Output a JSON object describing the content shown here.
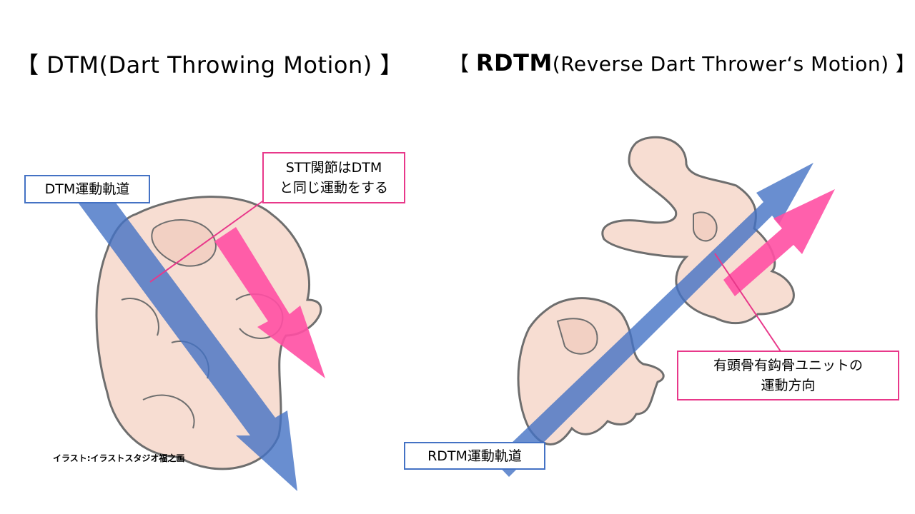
{
  "titles": {
    "left": "【 DTM(Dart Throwing Motion) 】",
    "right_open": "【 ",
    "right_bold": "RDTM",
    "right_rest": "(Reverse Dart Thrower‘s Motion) 】"
  },
  "labels": {
    "dtm_trajectory": "DTM運動軌道",
    "stt_line1": "STT関節はDTM",
    "stt_line2": "と同じ運動をする",
    "unit_line1": "有頭骨有鈎骨ユニットの",
    "unit_line2": "運動方向",
    "rdtm_trajectory": "RDTM運動軌道"
  },
  "credit": "イラスト:イラストスタジオ福之画",
  "colors": {
    "blue_arrow": "#4472c4",
    "pink_arrow": "#ff4fa3",
    "hand_fill": "#f7ddd2",
    "hand_stroke": "#6e6e6e"
  }
}
